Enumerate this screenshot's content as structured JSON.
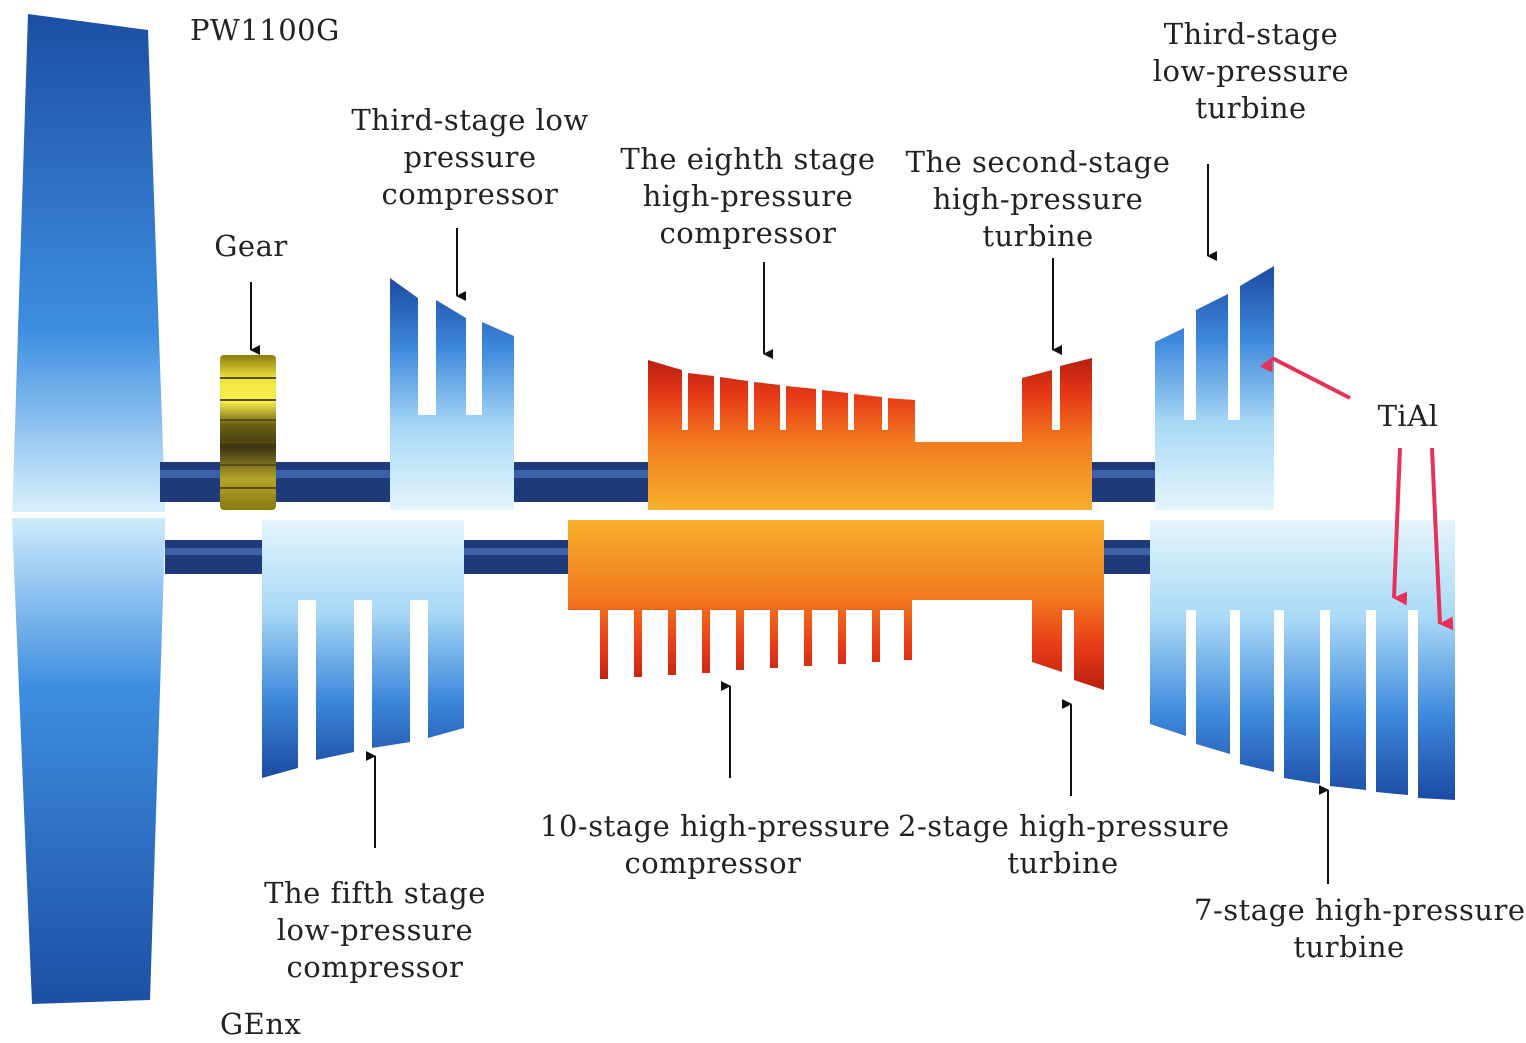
{
  "engines": {
    "top": "PW1100G",
    "bottom": "GEnx"
  },
  "labels": {
    "gear": [
      "Gear"
    ],
    "lpc_top": [
      "Third-stage low",
      "pressure",
      "compressor"
    ],
    "hpc_top": [
      "The eighth stage",
      "high-pressure",
      "compressor"
    ],
    "hpt_top": [
      "The second-stage",
      "high-pressure",
      "turbine"
    ],
    "lpt_top": [
      "Third-stage",
      "low-pressure",
      "turbine"
    ],
    "tial": [
      "TiAl"
    ],
    "lpc_bottom": [
      "The fifth stage",
      "low-pressure",
      "compressor"
    ],
    "hpc_bottom": [
      "10-stage high-pressure",
      "compressor"
    ],
    "hpt_bottom": [
      "2-stage high-pressure",
      "turbine"
    ],
    "lpt_bottom": [
      "7-stage high-pressure",
      "turbine"
    ]
  },
  "colors": {
    "cold_section_blue": "#1f55b0",
    "hot_section_red": "#e83a17",
    "hot_core_orange": "#f6a12b",
    "gear_yellow": "#e8d21a",
    "shaft_navy": "#1e3a78",
    "tial_arrow": "#e8315a"
  }
}
